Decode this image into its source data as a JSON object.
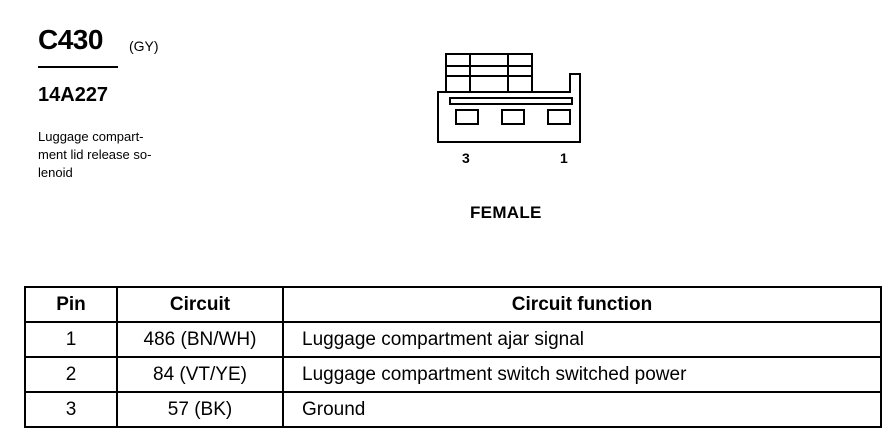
{
  "connector": {
    "id": "C430",
    "color": "(GY)",
    "part_number": "14A227",
    "description": "Luggage compart- ment lid release so- lenoid",
    "description_lines": [
      "Luggage compart-",
      "ment lid release so-",
      "lenoid"
    ]
  },
  "diagram": {
    "pin_labels": {
      "left": "3",
      "right": "1"
    },
    "gender": "FEMALE"
  },
  "table": {
    "headers": {
      "pin": "Pin",
      "circuit": "Circuit",
      "function": "Circuit function"
    },
    "rows": [
      {
        "pin": "1",
        "circuit": "486 (BN/WH)",
        "function": "Luggage compartment ajar signal"
      },
      {
        "pin": "2",
        "circuit": "84 (VT/YE)",
        "function": "Luggage compartment switch switched power"
      },
      {
        "pin": "3",
        "circuit": "57 (BK)",
        "function": "Ground"
      }
    ]
  }
}
